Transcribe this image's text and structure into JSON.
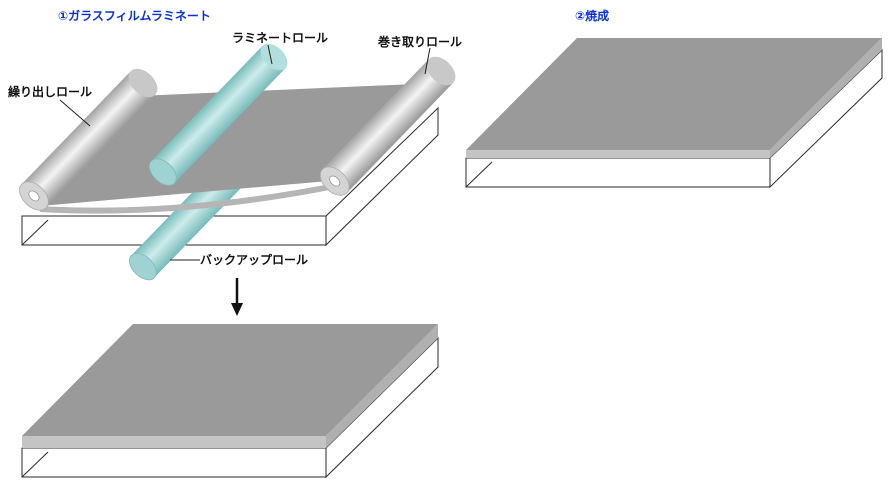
{
  "steps": {
    "laminate_title": "①ガラスフィルムラミネート",
    "firing_title": "②焼成"
  },
  "labels": {
    "unwind_roll": "繰り出しロール",
    "laminate_roll": "ラミネートロール",
    "winding_roll": "巻き取りロール",
    "backup_roll": "バックアップロール"
  },
  "colors": {
    "title_blue": "#0a2fd6",
    "film_gray": "#999999",
    "film_edge": "#c4c4c4",
    "roll_gray": "#d0d0d0",
    "roll_teal": "#9fd2d2"
  },
  "icons": {
    "arrow": "down-arrow-icon"
  }
}
